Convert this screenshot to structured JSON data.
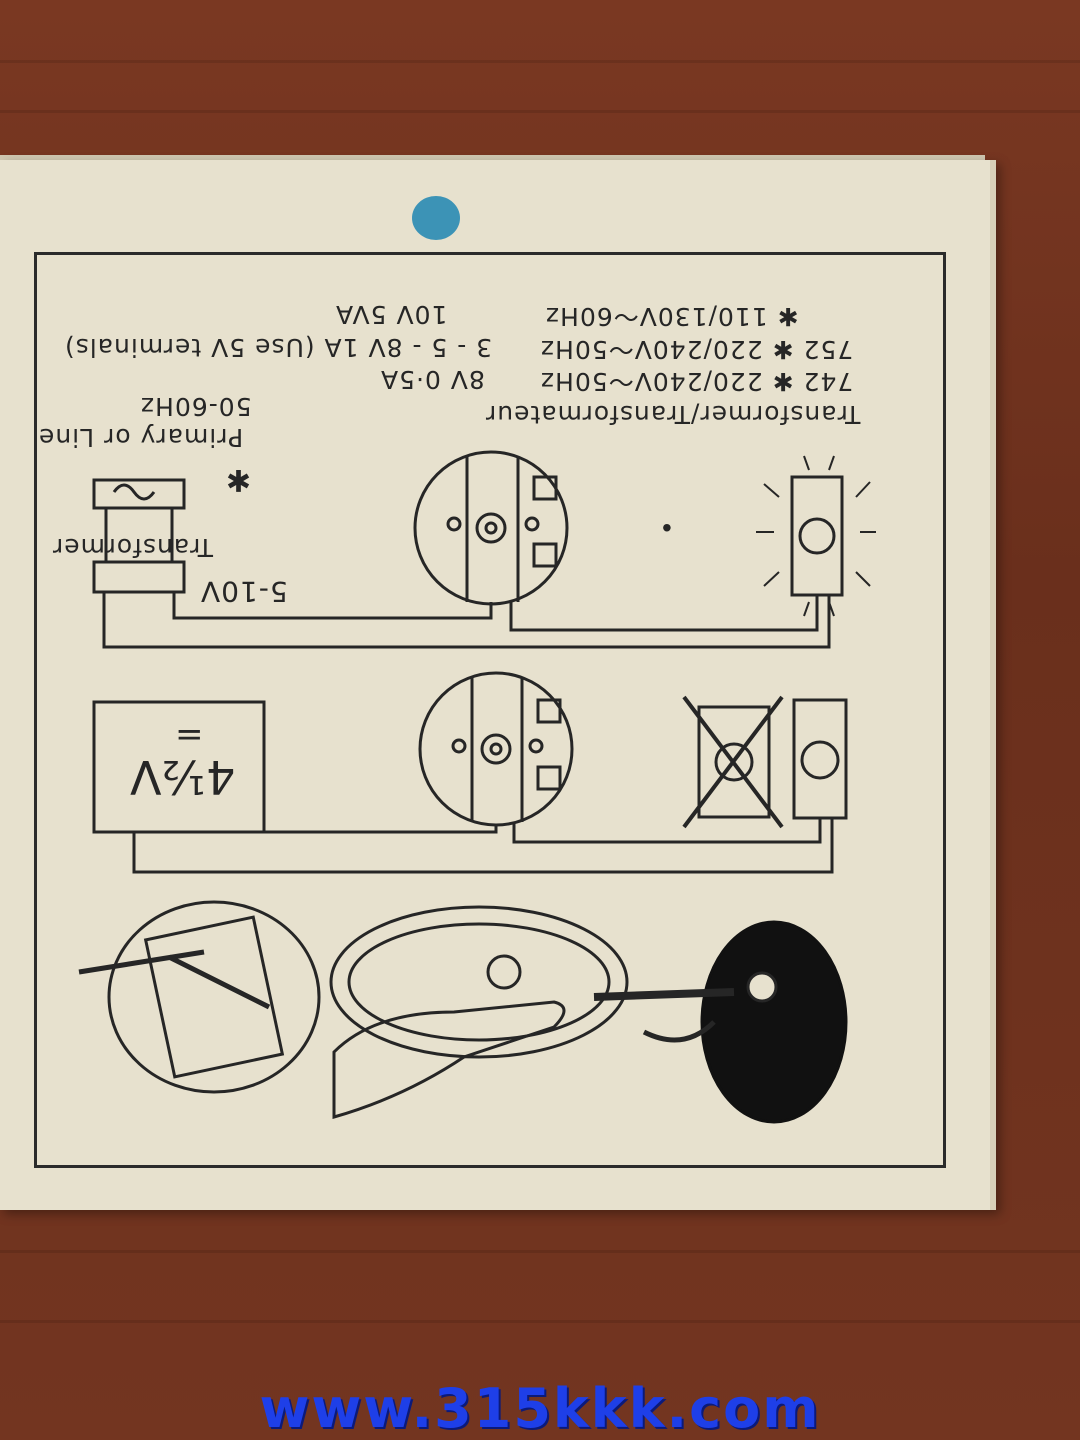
{
  "spec_lines": {
    "header": "Transformer/Transformateur",
    "row742": "742 ✱ 220/240V〜50Hz",
    "row742_out": "8V  0·5A",
    "row752": "752 ✱ 220/240V〜50Hz",
    "row752_out": "3 - 5 - 8V   1A  (Use 5V terminals)",
    "row110": "✱  110/130V〜60Hz",
    "row110_out": "10V   5VA"
  },
  "labels": {
    "primary": "Primary or Line",
    "primary_freq": "50-60Hz",
    "asterisk": "✱",
    "transformer": "Transformer",
    "voltage_range": "5-10V",
    "battery": "4½V",
    "dc_symbol": "="
  },
  "watermark": "www.315kkk.com",
  "colors": {
    "background": "#6e3320",
    "box": "#e7e1ce",
    "ink": "#262626",
    "watermark": "#1e3fe8",
    "sticker": "#3c93b6"
  }
}
